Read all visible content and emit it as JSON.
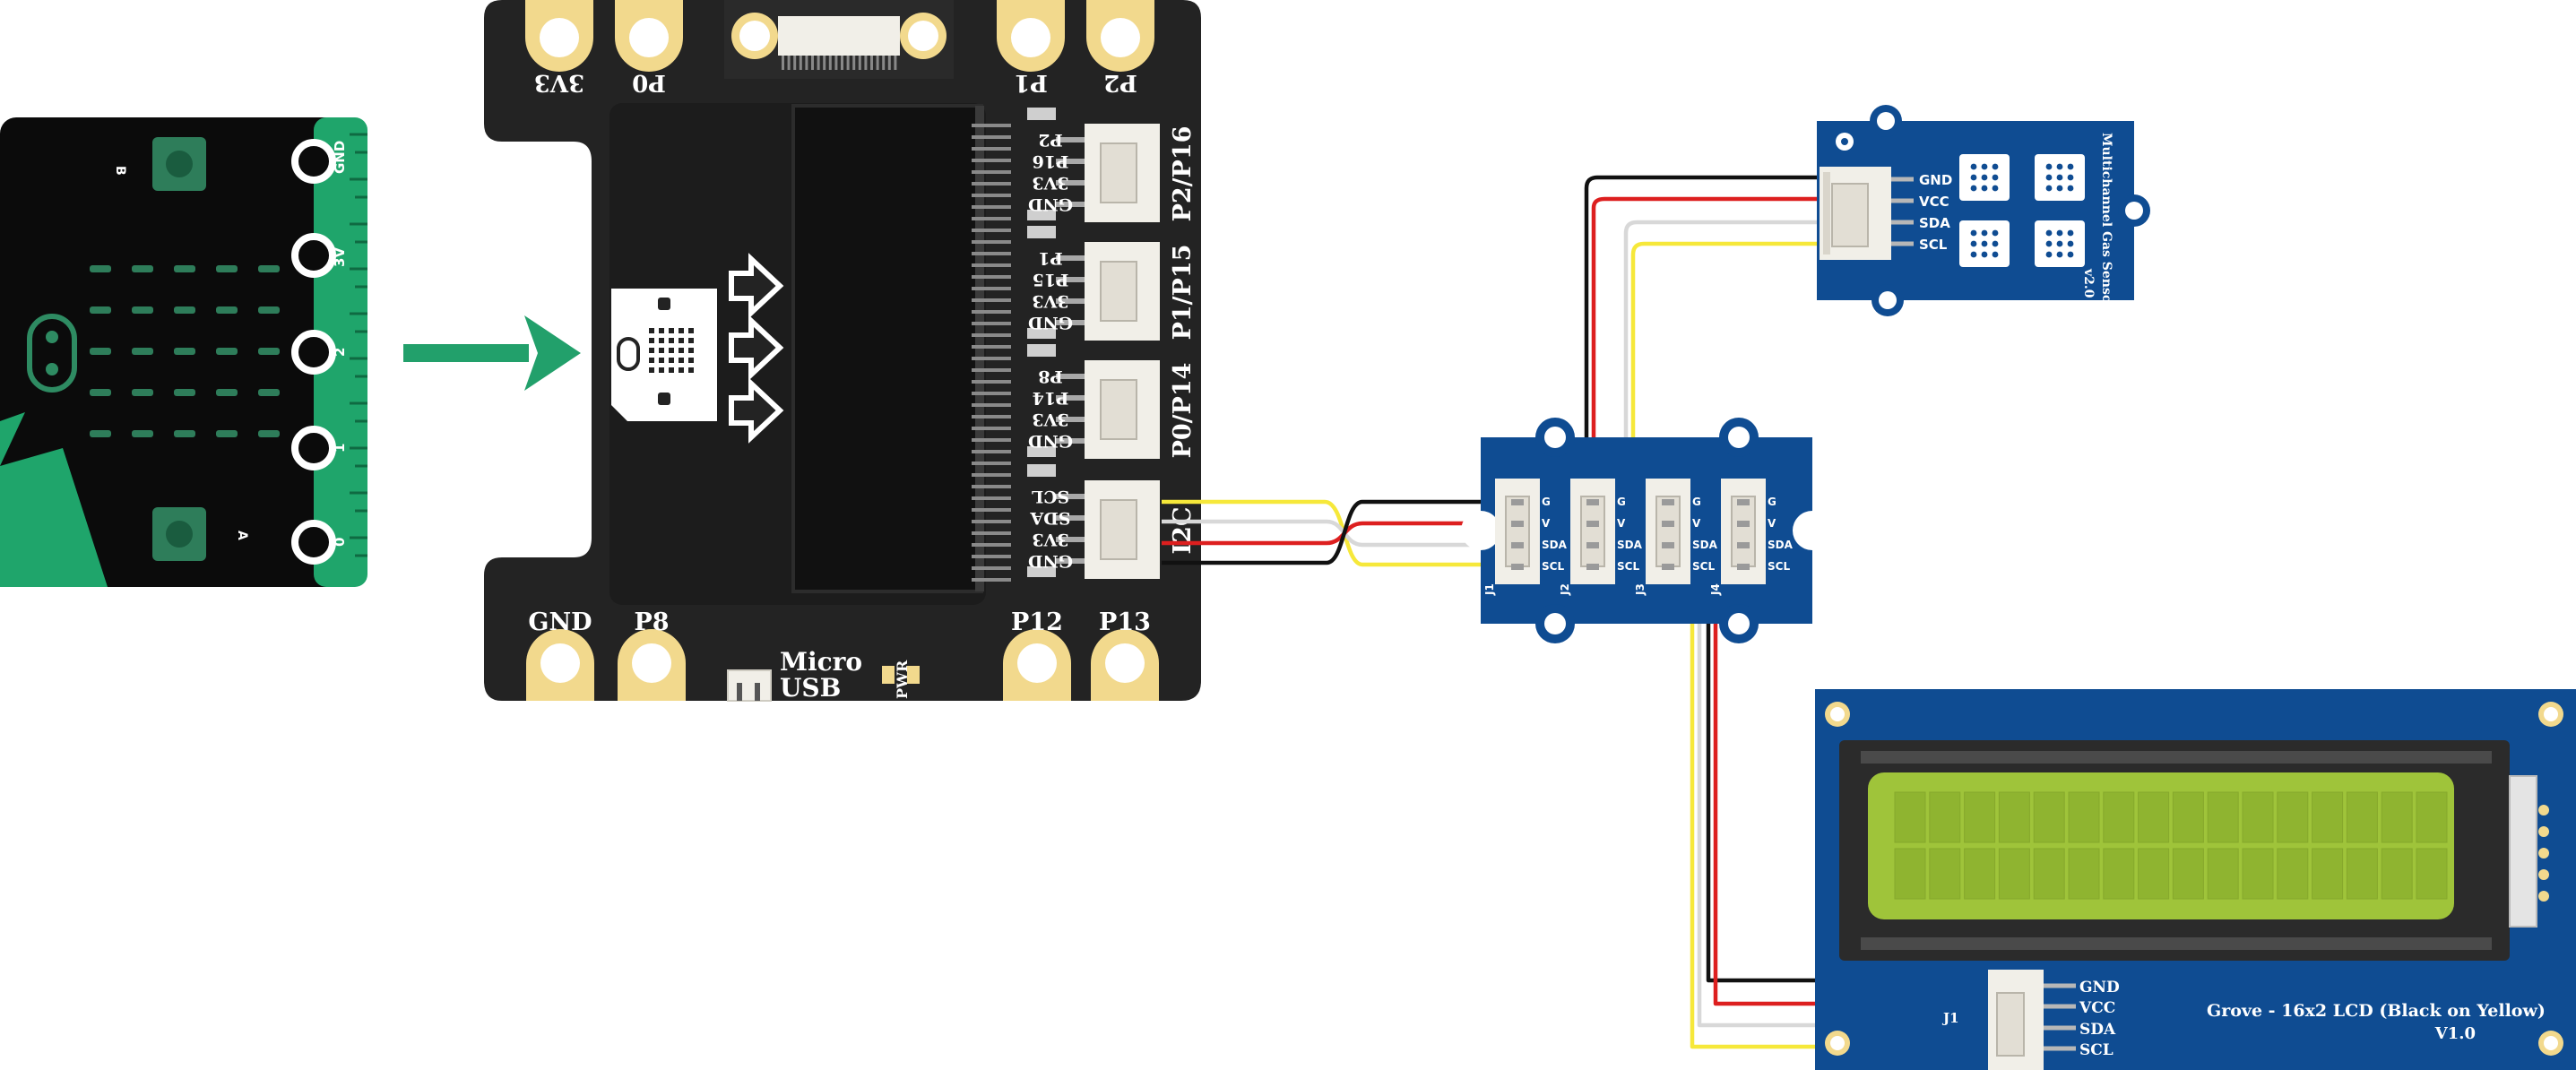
{
  "colors": {
    "microbit_black": "#0b0b0b",
    "microbit_green": "#1fa56b",
    "arrow_green": "#22a06b",
    "shield_dark": "#232323",
    "gold_pad": "#f2d98d",
    "grove_blue": "#0f4c92",
    "connector_white": "#f1efe8",
    "lcd_screen": "#9fc43a",
    "wire_black": "#111111",
    "wire_red": "#dd1f1f",
    "wire_white": "#d8d8d8",
    "wire_yellow": "#f6e83a"
  },
  "microbit": {
    "edge_labels": [
      "GND",
      "3V",
      "2",
      "1",
      "0"
    ],
    "button_a": "A",
    "button_b": "B"
  },
  "shield": {
    "top_pins": [
      "3V3",
      "P0",
      "P1",
      "P2"
    ],
    "bottom_left_pins": [
      "GND",
      "P8"
    ],
    "bottom_right_pins": [
      "P12",
      "P13"
    ],
    "usb_label_1": "Micro",
    "usb_label_2": "USB",
    "pwr_label": "PWR",
    "ports": [
      {
        "name": "P2/P16",
        "pins": [
          "P2",
          "P16",
          "3V3",
          "GND"
        ]
      },
      {
        "name": "P1/P15",
        "pins": [
          "P1",
          "P15",
          "3V3",
          "GND"
        ]
      },
      {
        "name": "P0/P14",
        "pins": [
          "P8",
          "P14",
          "3V3",
          "GND"
        ]
      },
      {
        "name": "I2C",
        "pins": [
          "SCL",
          "SDA",
          "3V3",
          "GND"
        ]
      }
    ]
  },
  "gas_sensor": {
    "title": "Multichannel Gas Sensor",
    "version": "v2.0",
    "pins": [
      "GND",
      "VCC",
      "SDA",
      "SCL"
    ]
  },
  "hub": {
    "pin_letters": [
      "G",
      "V",
      "SDA",
      "SCL"
    ],
    "ports": [
      "J1",
      "J2",
      "J3",
      "J4"
    ]
  },
  "lcd": {
    "title": "Grove - 16x2 LCD (Black on Yellow)",
    "version": "V1.0",
    "connector": "J1",
    "pins": [
      "GND",
      "VCC",
      "SDA",
      "SCL"
    ]
  }
}
